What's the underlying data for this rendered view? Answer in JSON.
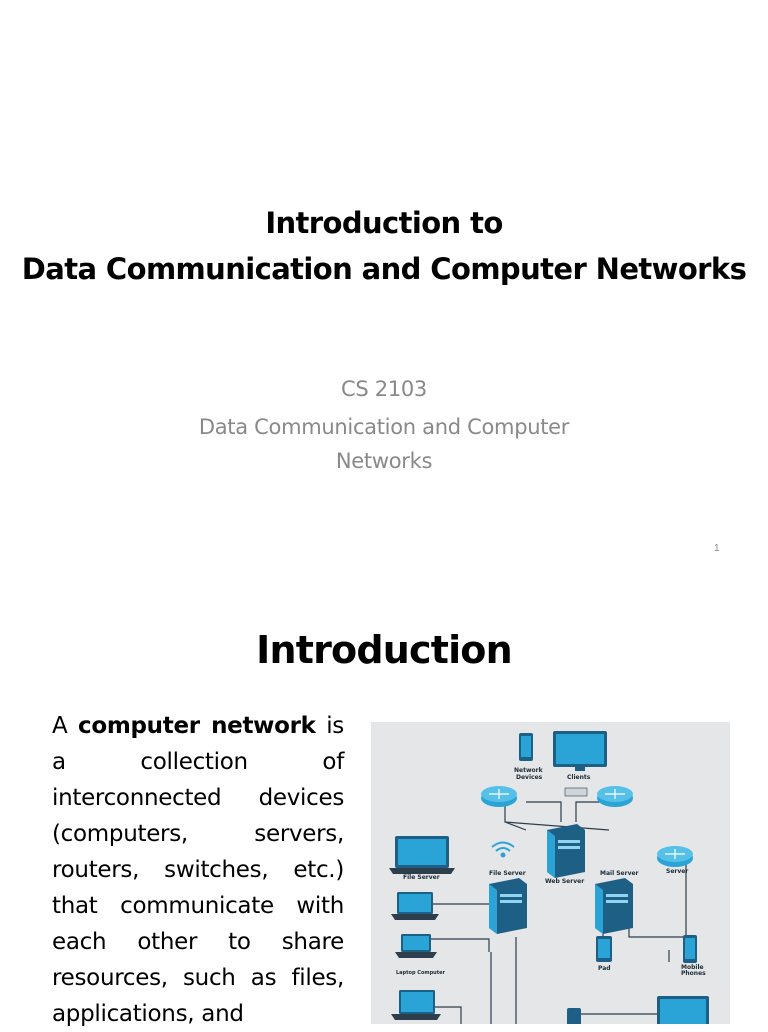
{
  "slide1": {
    "title_line1": "Introduction to",
    "title_line2": "Data Communication and Computer Networks",
    "course_code": "CS 2103",
    "course_name": "Data Communication and Computer Networks",
    "page_number": "1"
  },
  "slide2": {
    "title": "Introduction",
    "paragraph": {
      "lead": "A ",
      "term": "computer network",
      "rest": " is a collection of interconnected devices (computers, servers, routers, switches, etc.) that communicate with each other to share resources, such as files, applications, and"
    },
    "diagram": {
      "labels": {
        "network_devices": "Network Devices",
        "clients": "Clients",
        "file_server_left": "File Server",
        "file_server_center": "File Server",
        "web_server": "Web Server",
        "mail_server": "Mail Server",
        "server": "Server",
        "laptop_computer": "Laptop Computer",
        "pad": "Pad",
        "mobile_phones": "Mobile Phones"
      },
      "colors": {
        "device_blue": "#2aa3d6",
        "device_dark": "#1e5f86",
        "background": "#e4e6e8",
        "cable": "#2d3e4c"
      }
    }
  }
}
